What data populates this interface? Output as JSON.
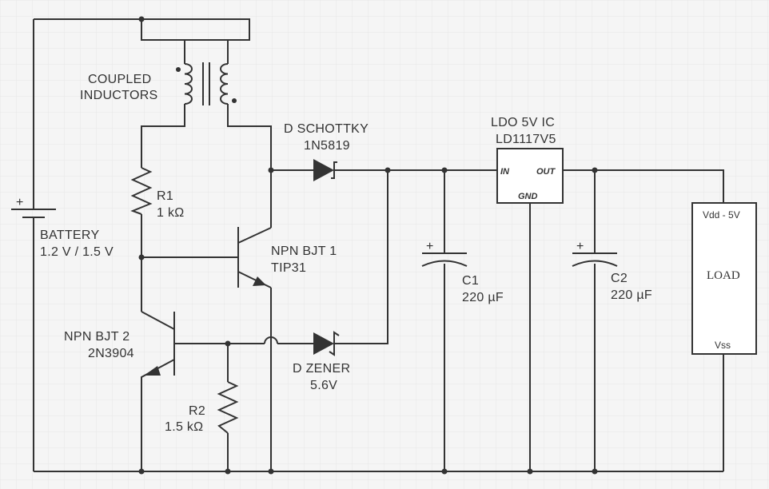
{
  "battery": {
    "name": "BATTERY",
    "value": "1.2 V / 1.5 V",
    "plus": "+"
  },
  "inductor": {
    "line1": "COUPLED",
    "line2": "INDUCTORS"
  },
  "r1": {
    "name": "R1",
    "value": "1 kΩ"
  },
  "r2": {
    "name": "R2",
    "value": "1.5 kΩ"
  },
  "q1": {
    "name": "NPN BJT 1",
    "part": "TIP31"
  },
  "q2": {
    "name": "NPN BJT 2",
    "part": "2N3904"
  },
  "d_schottky": {
    "name": "D SCHOTTKY",
    "part": "1N5819"
  },
  "d_zener": {
    "name": "D ZENER",
    "part": "5.6V"
  },
  "ldo": {
    "name": "LDO 5V IC",
    "part": "LD1117V5",
    "pin_in": "IN",
    "pin_out": "OUT",
    "pin_gnd": "GND"
  },
  "c1": {
    "name": "C1",
    "value": "220 µF",
    "plus": "+"
  },
  "c2": {
    "name": "C2",
    "value": "220 µF",
    "plus": "+"
  },
  "load": {
    "name": "LOAD",
    "vdd": "Vdd - 5V",
    "vss": "Vss"
  },
  "colors": {
    "wire": "#333333",
    "background": "#f5f5f5",
    "grid": "#e6e6e6"
  }
}
